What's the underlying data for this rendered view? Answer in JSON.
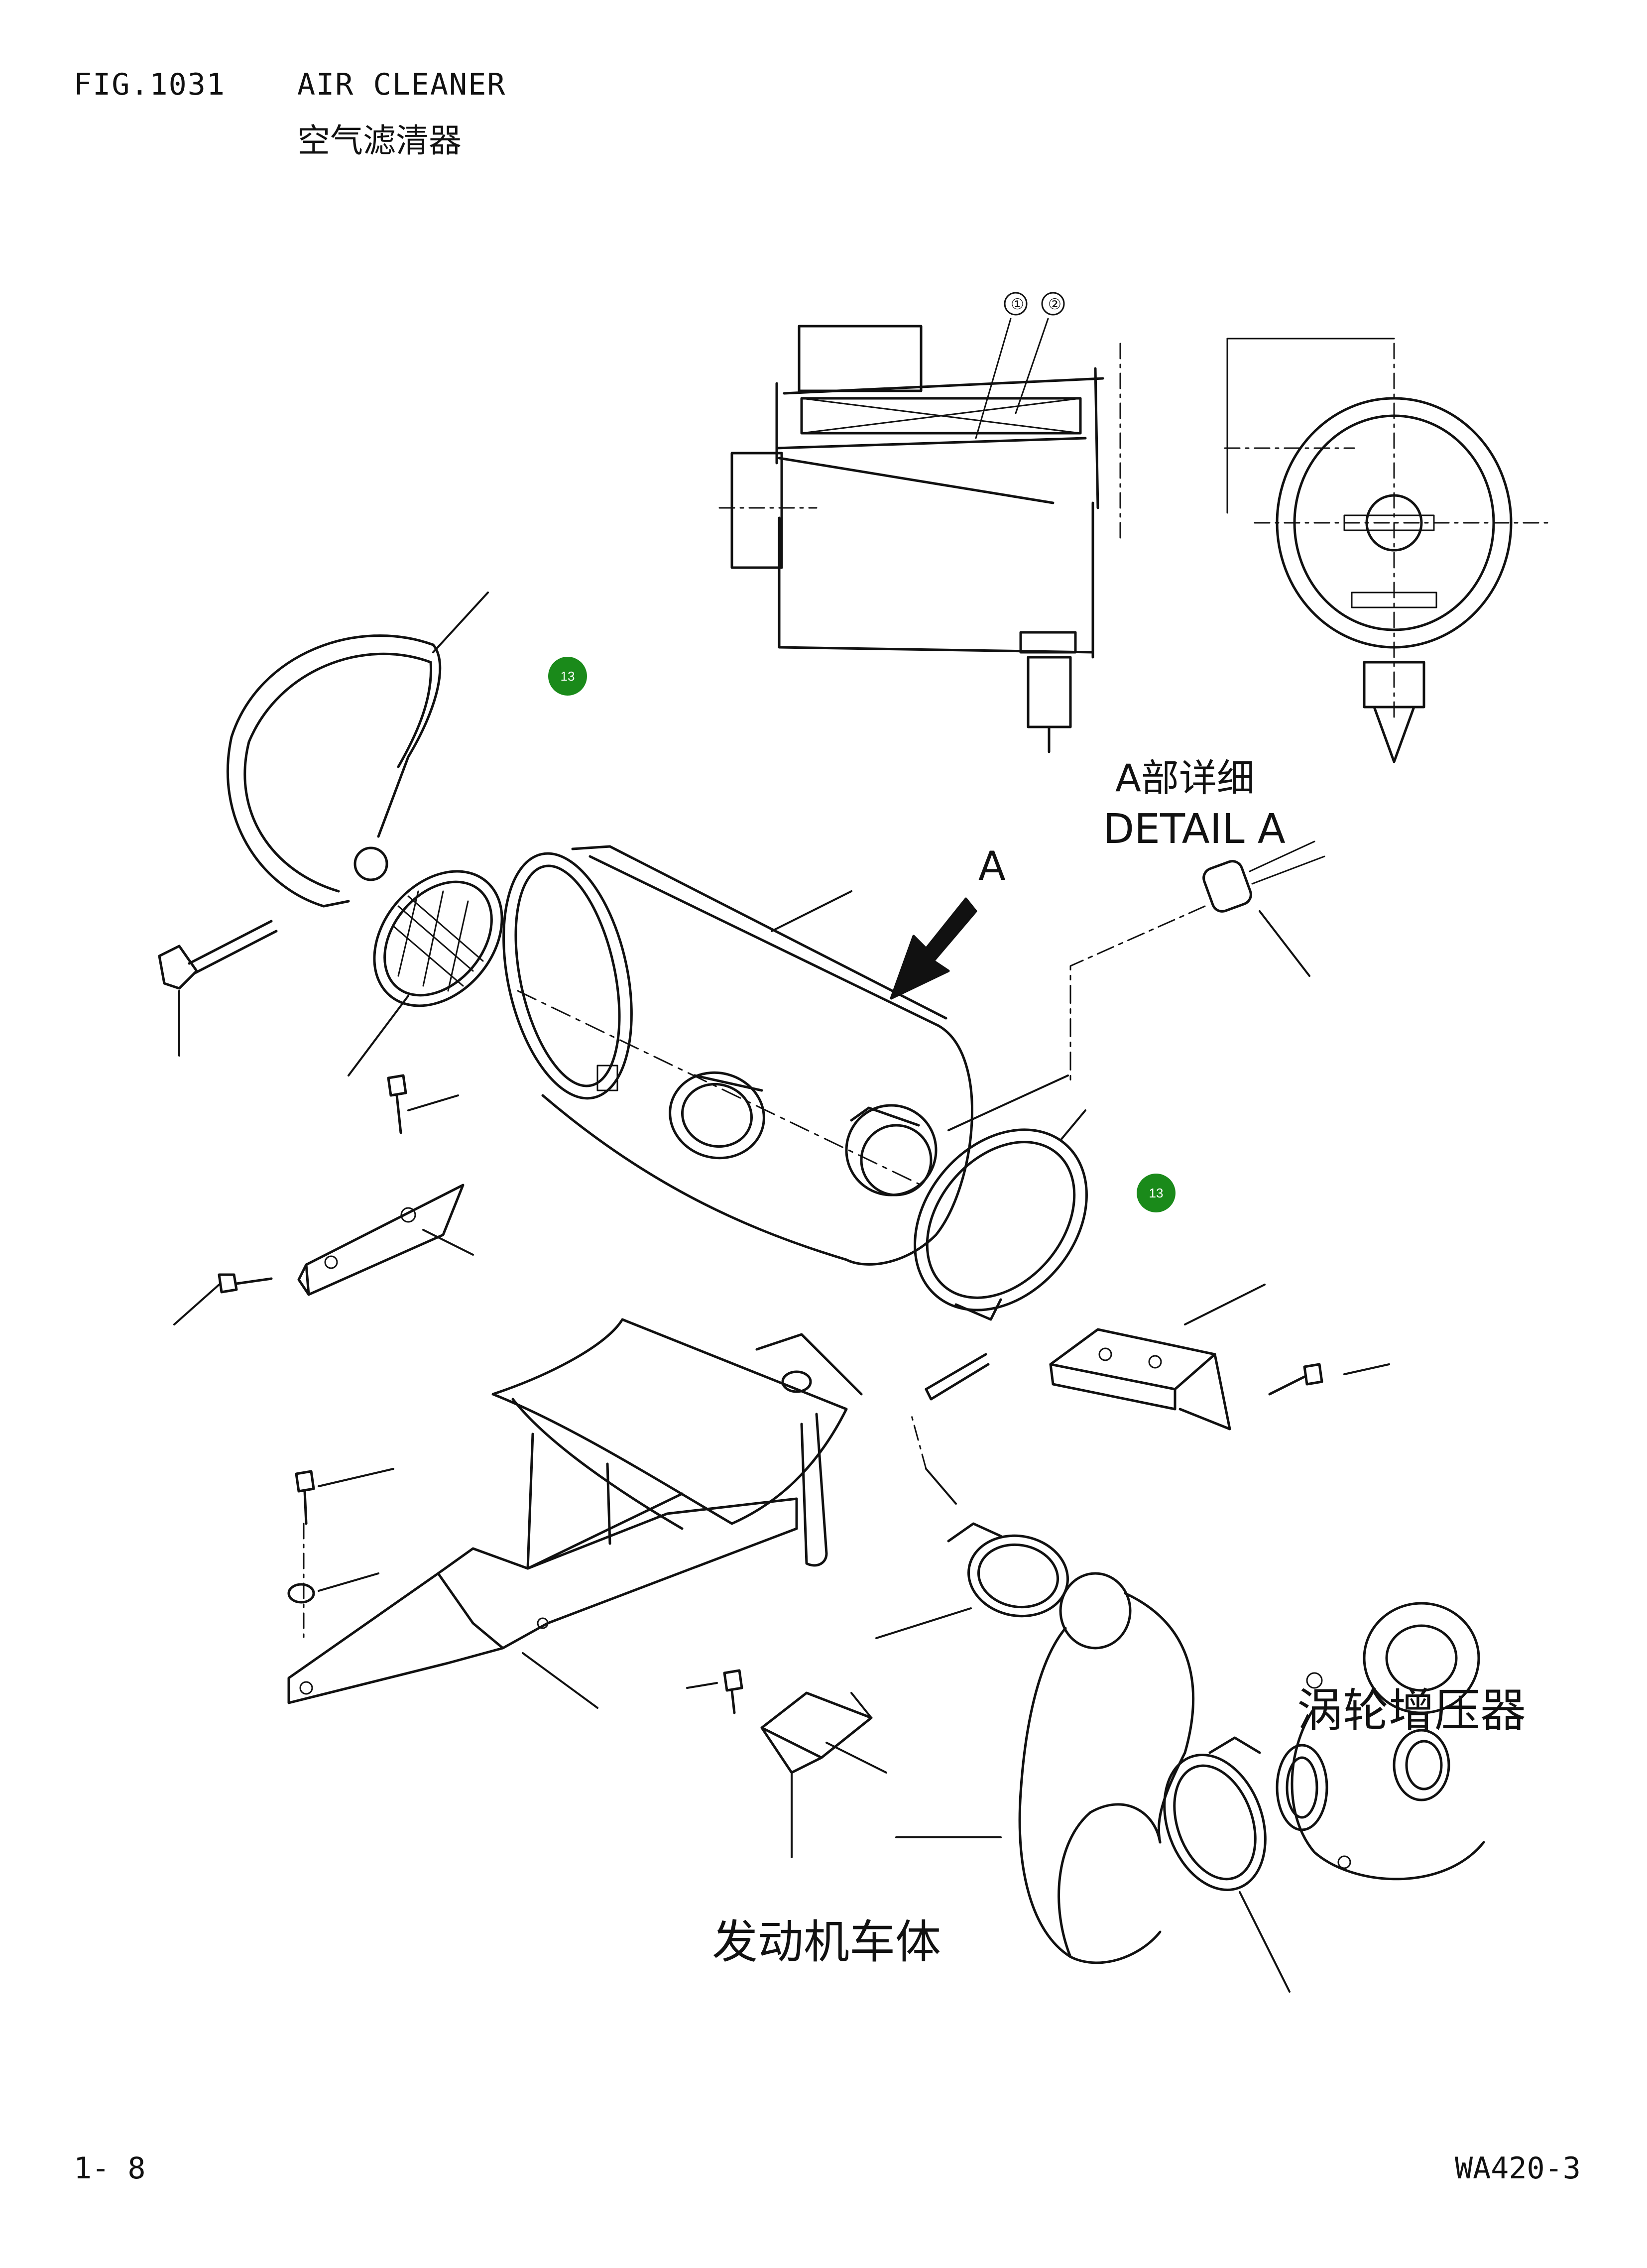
{
  "header": {
    "fig_number": "FIG.1031",
    "title_en": "AIR CLEANER",
    "title_cn": "空气滤清器"
  },
  "detail": {
    "title_cn": "A部详细",
    "title_en": "DETAIL A",
    "callouts": [
      "①",
      "②"
    ]
  },
  "arrow_letter": "A",
  "labels": {
    "turbocharger_cn": "涡轮增压器",
    "engine_body_cn": "发动机车体"
  },
  "badges": [
    {
      "label": "13",
      "color": "#1a8a1a"
    },
    {
      "label": "13",
      "color": "#1a8a1a"
    }
  ],
  "footer": {
    "page_number": "1- 8",
    "model": "WA420-3"
  }
}
